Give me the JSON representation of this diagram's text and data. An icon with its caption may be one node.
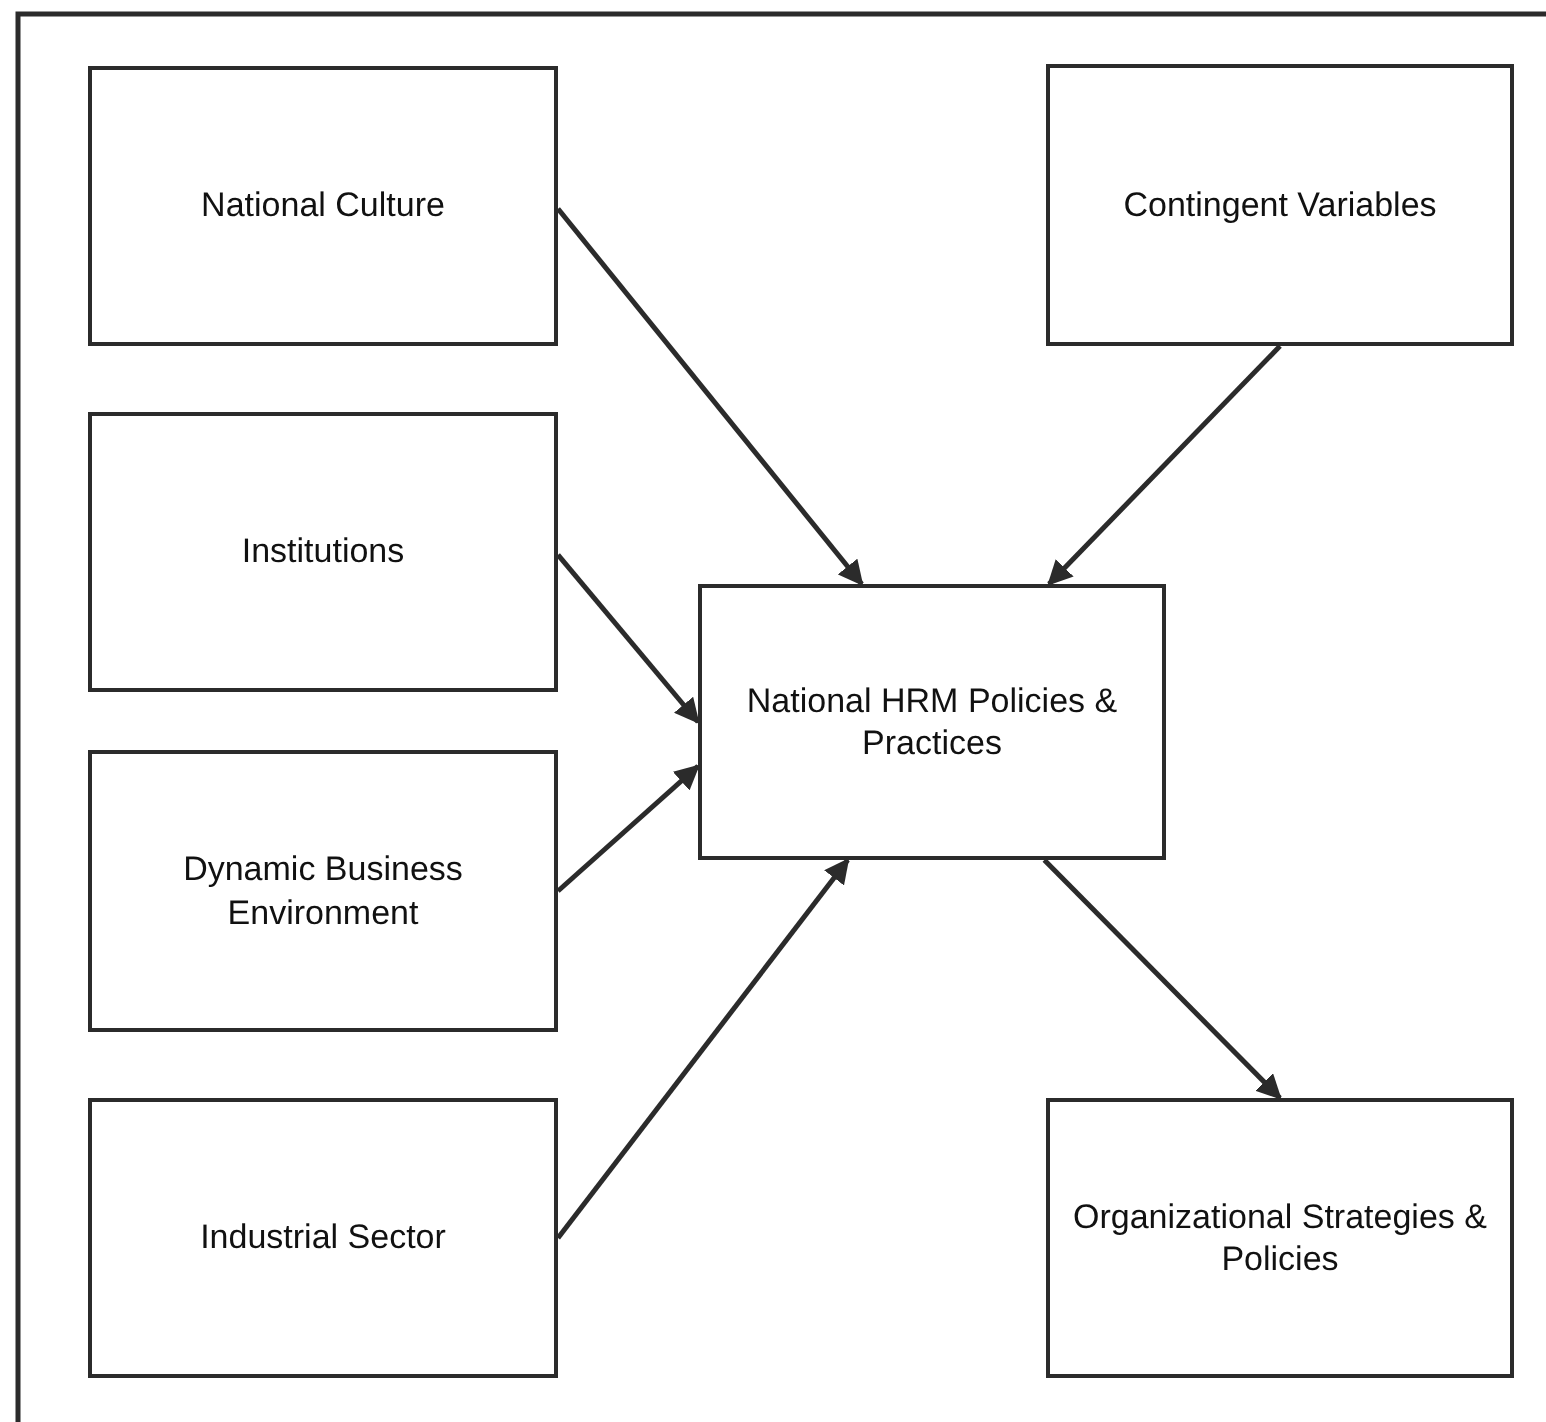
{
  "diagram": {
    "nodes": [
      {
        "text": [
          "National Culture"
        ]
      },
      {
        "text": [
          "Contingent Variables"
        ]
      },
      {
        "text": [
          "Institutions"
        ]
      },
      {
        "text": [
          "National HRM Policies & Practices"
        ]
      },
      {
        "text": [
          "Dynamic Business Environment"
        ]
      },
      {
        "text": [
          "Industrial Sector"
        ]
      },
      {
        "text": [
          "Organizational Strategies & Policies"
        ]
      }
    ],
    "edges": [
      {
        "from": 0,
        "to": 3,
        "arrow": "to"
      },
      {
        "from": 1,
        "to": 3,
        "arrow": "to"
      },
      {
        "from": 2,
        "to": 3,
        "arrow": "to"
      },
      {
        "from": 4,
        "to": 3,
        "arrow": "to"
      },
      {
        "from": 5,
        "to": 3,
        "arrow": "to"
      },
      {
        "from": 3,
        "to": 6,
        "arrow": "to"
      }
    ]
  }
}
